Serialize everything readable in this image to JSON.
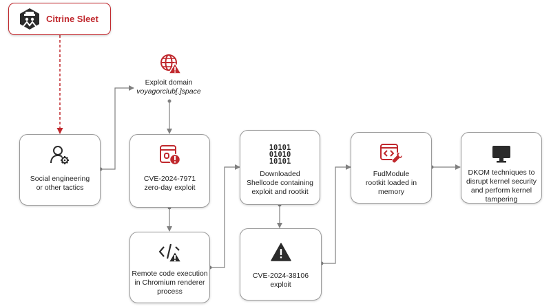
{
  "actor": {
    "name": "Citrine Sleet",
    "icon": "hacker-icon",
    "color": "#c0282d"
  },
  "exploit_domain": {
    "label": "Exploit domain",
    "domain": "voyagorclub[.]space",
    "icon": "globe-warning-icon"
  },
  "nodes": [
    {
      "lines": [
        "Social engineering",
        "or other tactics"
      ],
      "icon": "user-settings-icon"
    },
    {
      "lines": [
        "CVE-2024-7971",
        "zero-day exploit"
      ],
      "icon": "browser-error-icon"
    },
    {
      "lines": [
        "Remote code execution",
        "in Chromium renderer",
        "process"
      ],
      "icon": "code-warning-icon"
    },
    {
      "lines": [
        "Downloaded",
        "Shellcode containing",
        "exploit and rootkit"
      ],
      "icon": "binary-code-icon",
      "binary": [
        "10101",
        "01010",
        "10101"
      ]
    },
    {
      "lines": [
        "CVE-2024-38106",
        "exploit"
      ],
      "icon": "warning-triangle-icon"
    },
    {
      "lines": [
        "FudModule",
        "rootkit loaded in",
        "memory"
      ],
      "icon": "code-wrench-icon"
    },
    {
      "lines": [
        "DKOM techniques to",
        "disrupt kernel security",
        "and perform kernel",
        "tampering"
      ],
      "icon": "monitor-icon"
    }
  ],
  "colors": {
    "accent": "#c0282d",
    "connector": "#808080",
    "dark_icon": "#2b2b2b"
  }
}
